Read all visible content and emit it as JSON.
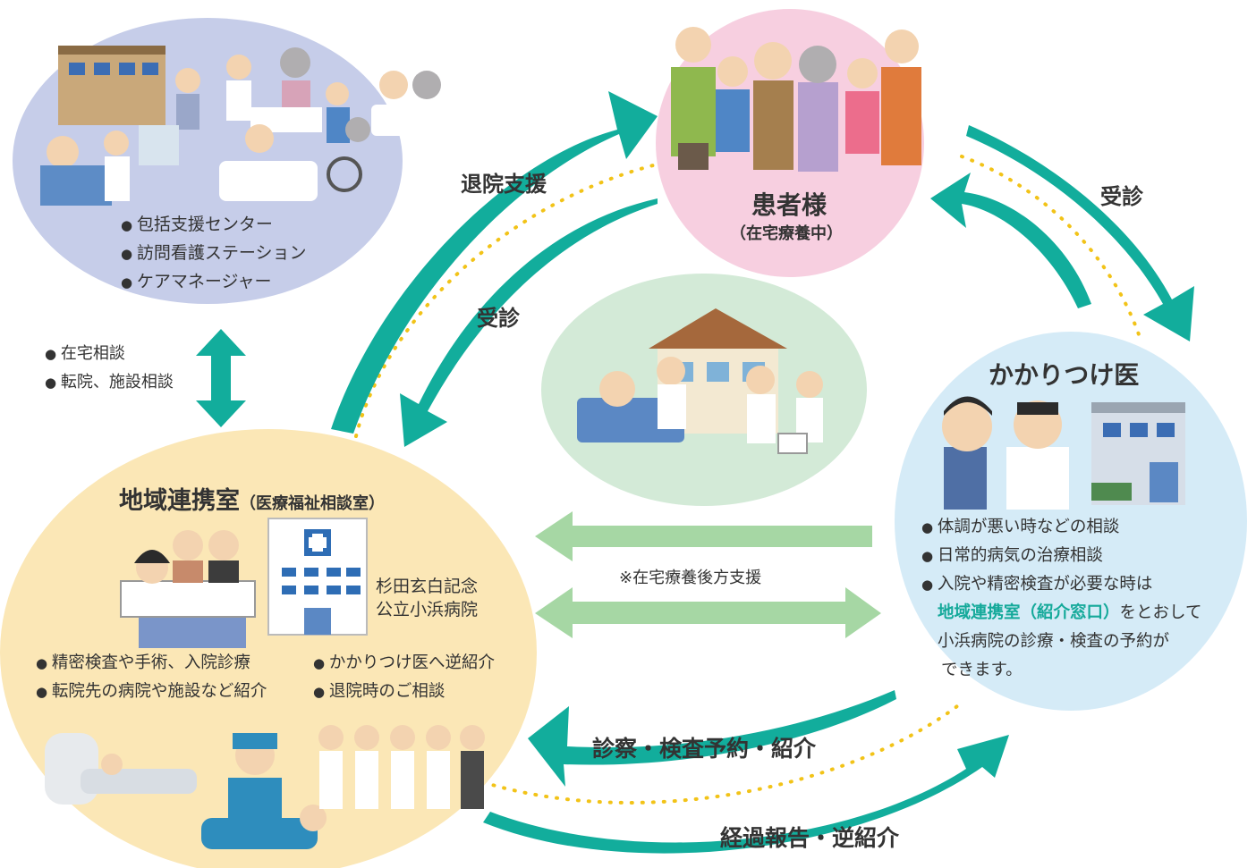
{
  "colors": {
    "arrow_teal": "#12ad9c",
    "arrow_light": "#a6d7a4",
    "dots": "#f2c318",
    "circle_support": "#c6cde9",
    "circle_patient": "#f7cfe0",
    "circle_home": "#d3ead7",
    "circle_doctor": "#d5ebf7",
    "circle_hospital": "#fbe7b6"
  },
  "support_circle": {
    "items": [
      "包括支援センター",
      "訪問看護ステーション",
      "ケアマネージャー"
    ],
    "illustration_icon": "care-facility-icon"
  },
  "consult_left": {
    "items": [
      "在宅相談",
      "転院、施設相談"
    ]
  },
  "patient": {
    "title": "患者様",
    "subtitle": "（在宅療養中）",
    "illustration_icon": "family-icon"
  },
  "home_visit": {
    "illustration_icon": "home-visit-icon"
  },
  "doctor": {
    "title": "かかりつけ医",
    "items": [
      "体調が悪い時などの相談",
      "日常的病気の治療相談",
      "入院や精密検査が必要な時は"
    ],
    "highlight": "地域連携室（紹介窓口）",
    "line_rest1": "をとおして",
    "line2": "小浜病院の診療・検査の予約が",
    "line3": "できます。",
    "illustration_icon": "clinic-doctor-icon"
  },
  "hospital": {
    "title": "地域連携室",
    "title_paren": "（医療福祉相談室）",
    "name_line1": "杉田玄白記念",
    "name_line2": "公立小浜病院",
    "items_left": [
      "精密検査や手術、入院診療",
      "転院先の病院や施設など紹介"
    ],
    "items_right": [
      "かかりつけ医へ逆紹介",
      "退院時のご相談"
    ],
    "illustration_icon": "hospital-building-icon"
  },
  "arrows": {
    "discharge_support": "退院支援",
    "consult_left": "受診",
    "consult_right": "受診",
    "home_support": "※在宅療養後方支援",
    "exam_reservation": "診察・検査予約・紹介",
    "progress_report": "経過報告・逆紹介"
  }
}
